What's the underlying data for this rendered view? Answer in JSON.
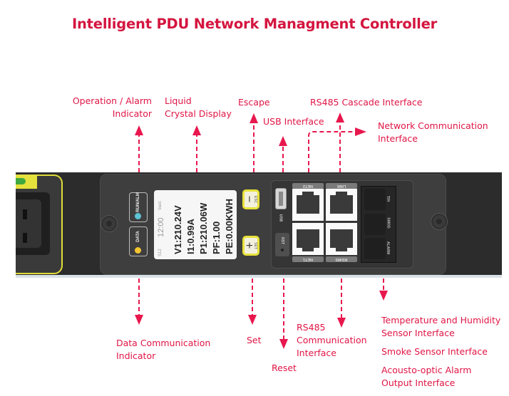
{
  "title": "Intelligent PDU Network Managment Controller",
  "labels": {
    "operation_alarm": [
      "Operation / Alarm",
      "Indicator"
    ],
    "lcd": [
      "Liquid",
      "Crystal Display"
    ],
    "escape": "Escape",
    "usb": "USB Interface",
    "rs485_cascade": "RS485 Cascade Interface",
    "network": [
      "Network Communication",
      "Interface"
    ],
    "data_comm": [
      "Data Communication",
      "Indicator"
    ],
    "set": "Set",
    "rs485_comm": [
      "RS485",
      "Communication",
      "Interface"
    ],
    "reset": "Reset",
    "temp_humidity": [
      "Temperature and Humidity",
      "Sensor Interface"
    ],
    "smoke": "Smoke Sensor Interface",
    "acousto_optic": [
      "Acousto-optic Alarm",
      "Output Interface"
    ]
  },
  "device": {
    "indicators": [
      {
        "label": "RUN/ALM",
        "led_color": "#5ec3d6"
      },
      {
        "label": "DATA",
        "led_color": "#f2c531"
      }
    ],
    "lcd": {
      "header_left": "S12",
      "time": "12:00",
      "header_right": "Sta01",
      "lines": [
        "V1:210.24V",
        "I1:0.99A",
        "P1:210.06W",
        "PF:1.00",
        "PE:0.00KWH"
      ]
    },
    "keys": [
      {
        "symbol": "−",
        "label": "ESC"
      },
      {
        "symbol": "+",
        "label": "SET"
      }
    ],
    "usb_label": "USB",
    "rst_label": "RST",
    "ports": {
      "net2": "NET2",
      "link": "LINK",
      "net1": "NET1",
      "rs485": "RS485"
    },
    "rj11_labels": [
      "T/H",
      "SMOG",
      "ALARM"
    ]
  },
  "colors": {
    "accent": "#e01546",
    "title": "#d4153f",
    "key_border": "#e8e23a"
  }
}
